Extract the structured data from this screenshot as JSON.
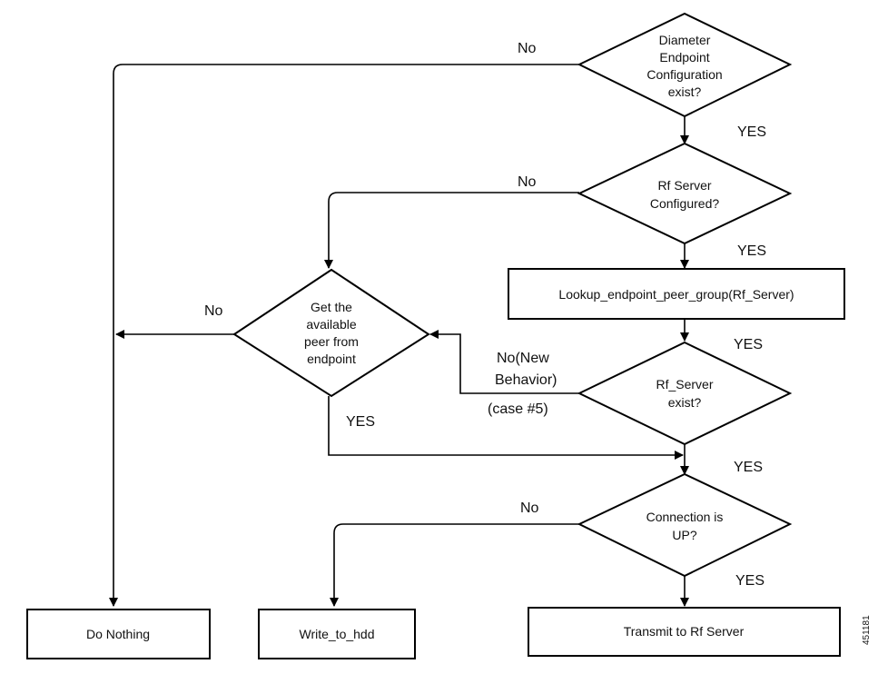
{
  "nodes": {
    "endpoint_config": {
      "lines": [
        "Diameter",
        "Endpoint",
        "Configuration",
        "exist?"
      ]
    },
    "rf_configured": {
      "lines": [
        "Rf Server",
        "Configured?"
      ]
    },
    "lookup": {
      "text": "Lookup_endpoint_peer_group(Rf_Server)"
    },
    "get_peer": {
      "lines": [
        "Get the",
        "available",
        "peer from",
        "endpoint"
      ]
    },
    "rf_exist": {
      "lines": [
        "Rf_Server",
        "exist?"
      ]
    },
    "connection_up": {
      "lines": [
        "Connection is",
        "UP?"
      ]
    },
    "do_nothing": {
      "text": "Do Nothing"
    },
    "write_hdd": {
      "text": "Write_to_hdd"
    },
    "transmit": {
      "text": "Transmit to Rf Server"
    }
  },
  "edge_labels": {
    "config_no": "No",
    "config_yes": "YES",
    "rf_conf_no": "No",
    "rf_conf_yes": "YES",
    "lookup_yes": "YES",
    "peer_no": "No",
    "peer_yes": "YES",
    "exist_no_lines": [
      "No(New",
      "Behavior)",
      "(case #5)"
    ],
    "exist_yes": "YES",
    "conn_no": "No",
    "conn_yes": "YES"
  },
  "figure_id": "451181"
}
